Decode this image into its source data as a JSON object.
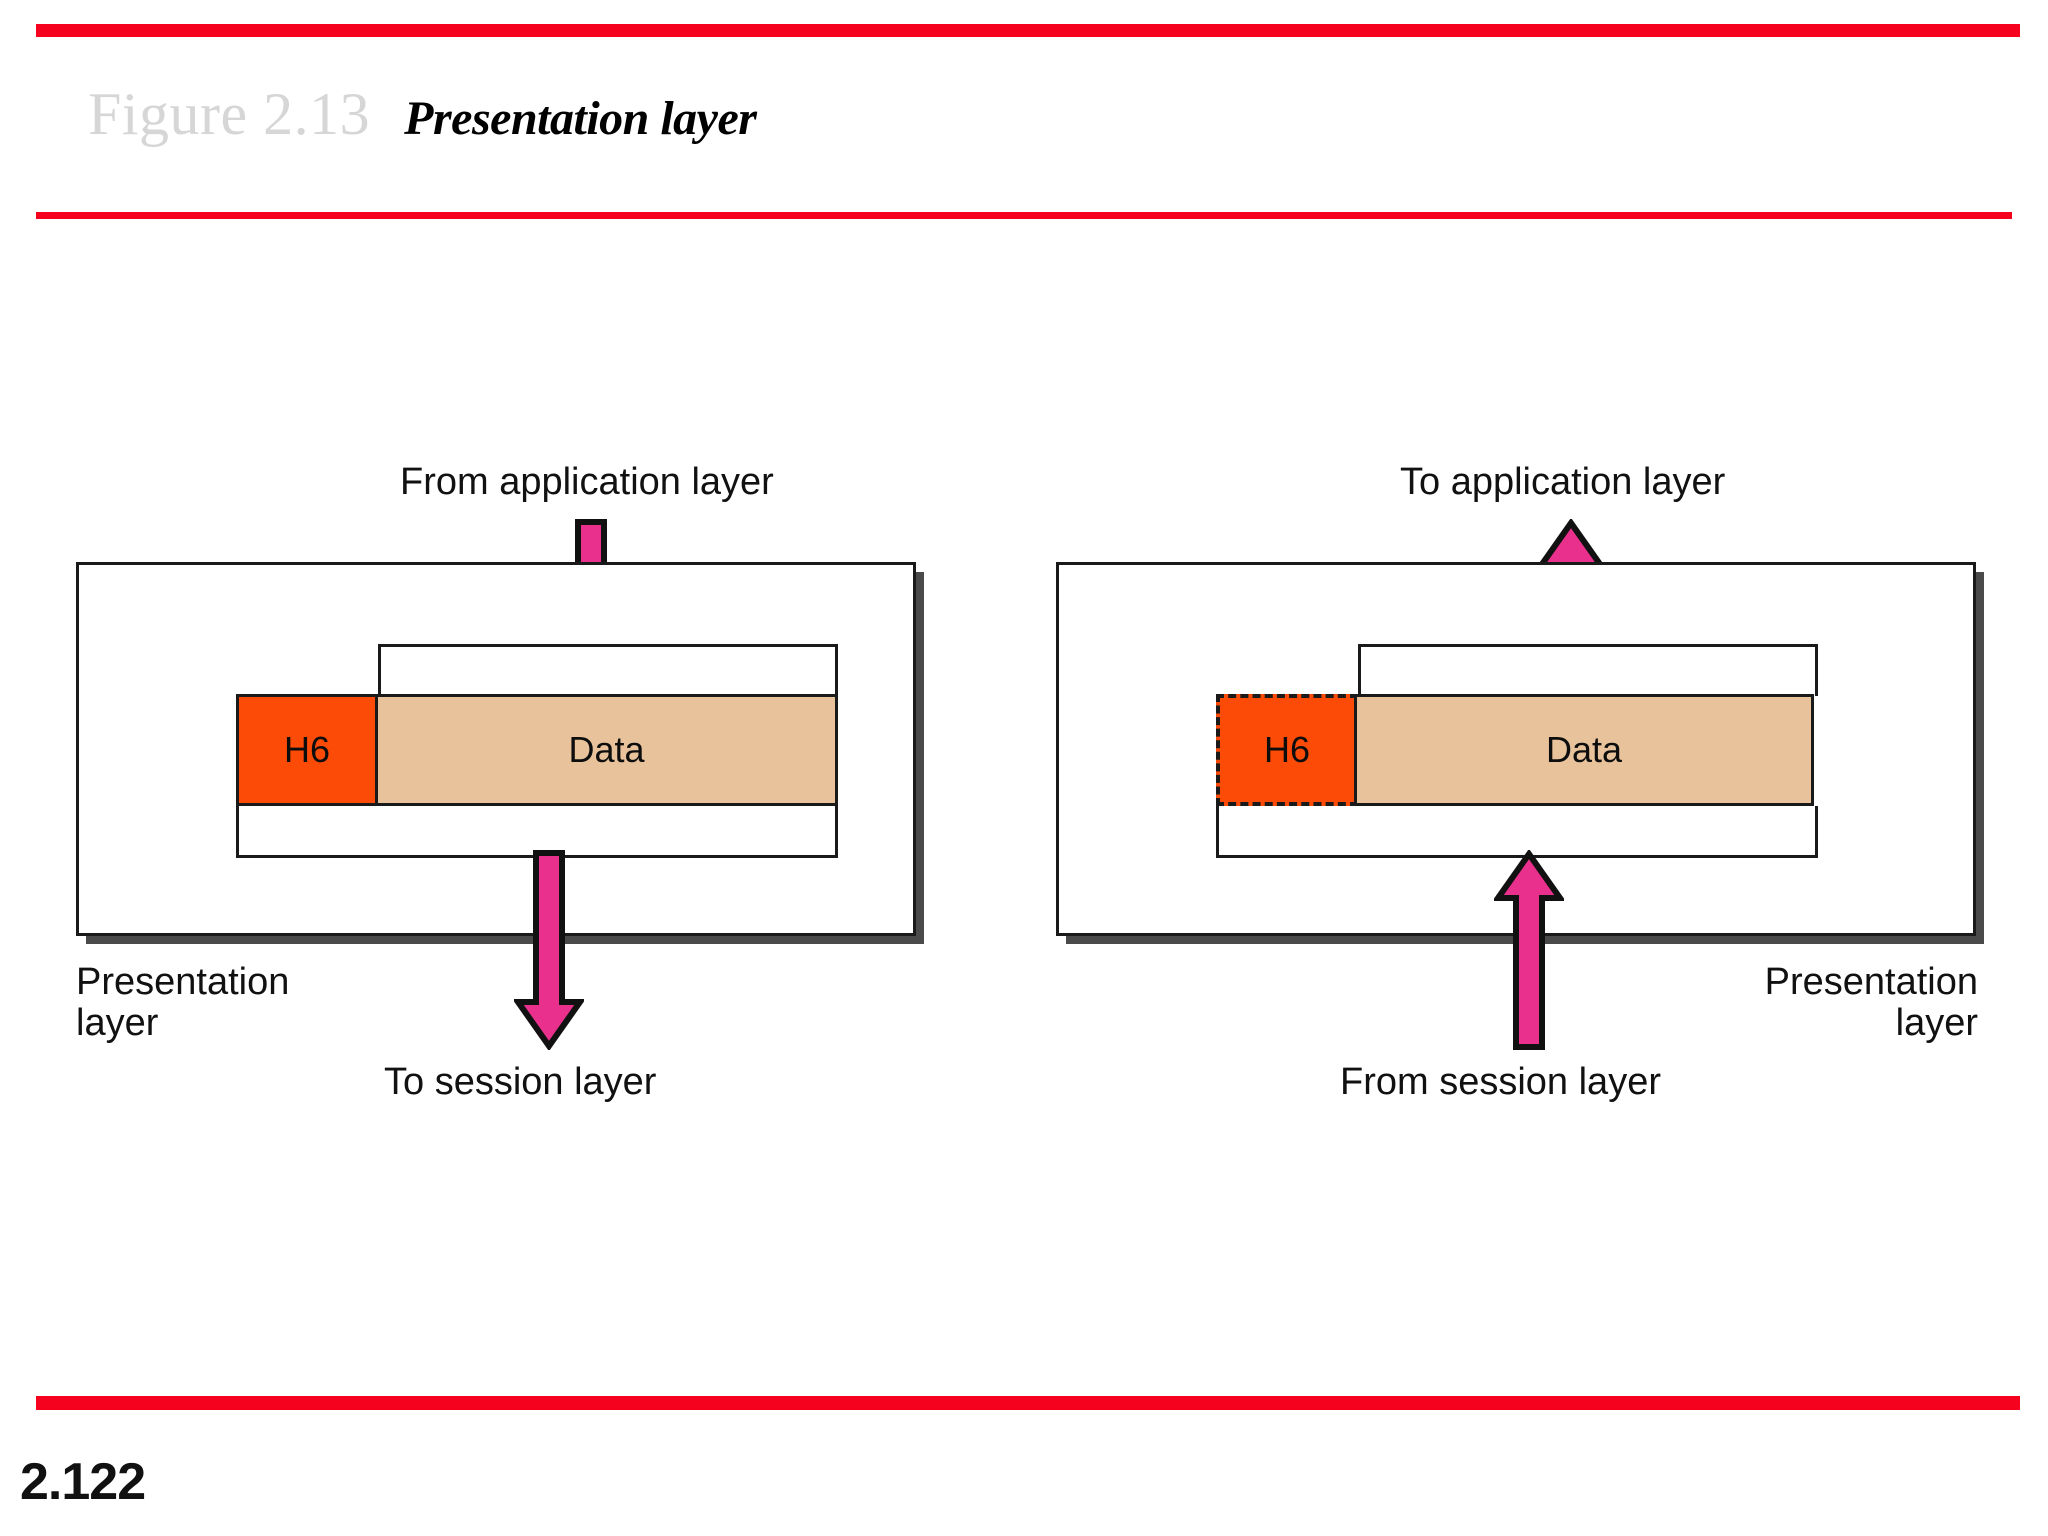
{
  "figure": {
    "number": "Figure 2.13",
    "title": "Presentation layer"
  },
  "diagram": {
    "left_panel": {
      "incoming_label": "From application layer",
      "outgoing_label": "To session layer",
      "layer_label": "Presentation\nlayer",
      "pdu": {
        "header": "H6",
        "data": "Data",
        "header_border": "solid"
      }
    },
    "right_panel": {
      "incoming_label": "From session layer",
      "outgoing_label": "To application layer",
      "layer_label": "Presentation\nlayer",
      "pdu": {
        "header": "H6",
        "data": "Data",
        "header_border": "dashed"
      }
    }
  },
  "footer": {
    "page_number": "2.122"
  },
  "colors": {
    "accent_rule": "#f5021f",
    "arrow": "#e8308c",
    "header_fill": "#fb4b07",
    "data_fill": "#e8c29b",
    "figure_number": "#d6d6d6",
    "outline": "#1a1a1a"
  },
  "icons": {
    "arrow_down": "arrow-down-icon",
    "arrow_up": "arrow-up-icon"
  }
}
